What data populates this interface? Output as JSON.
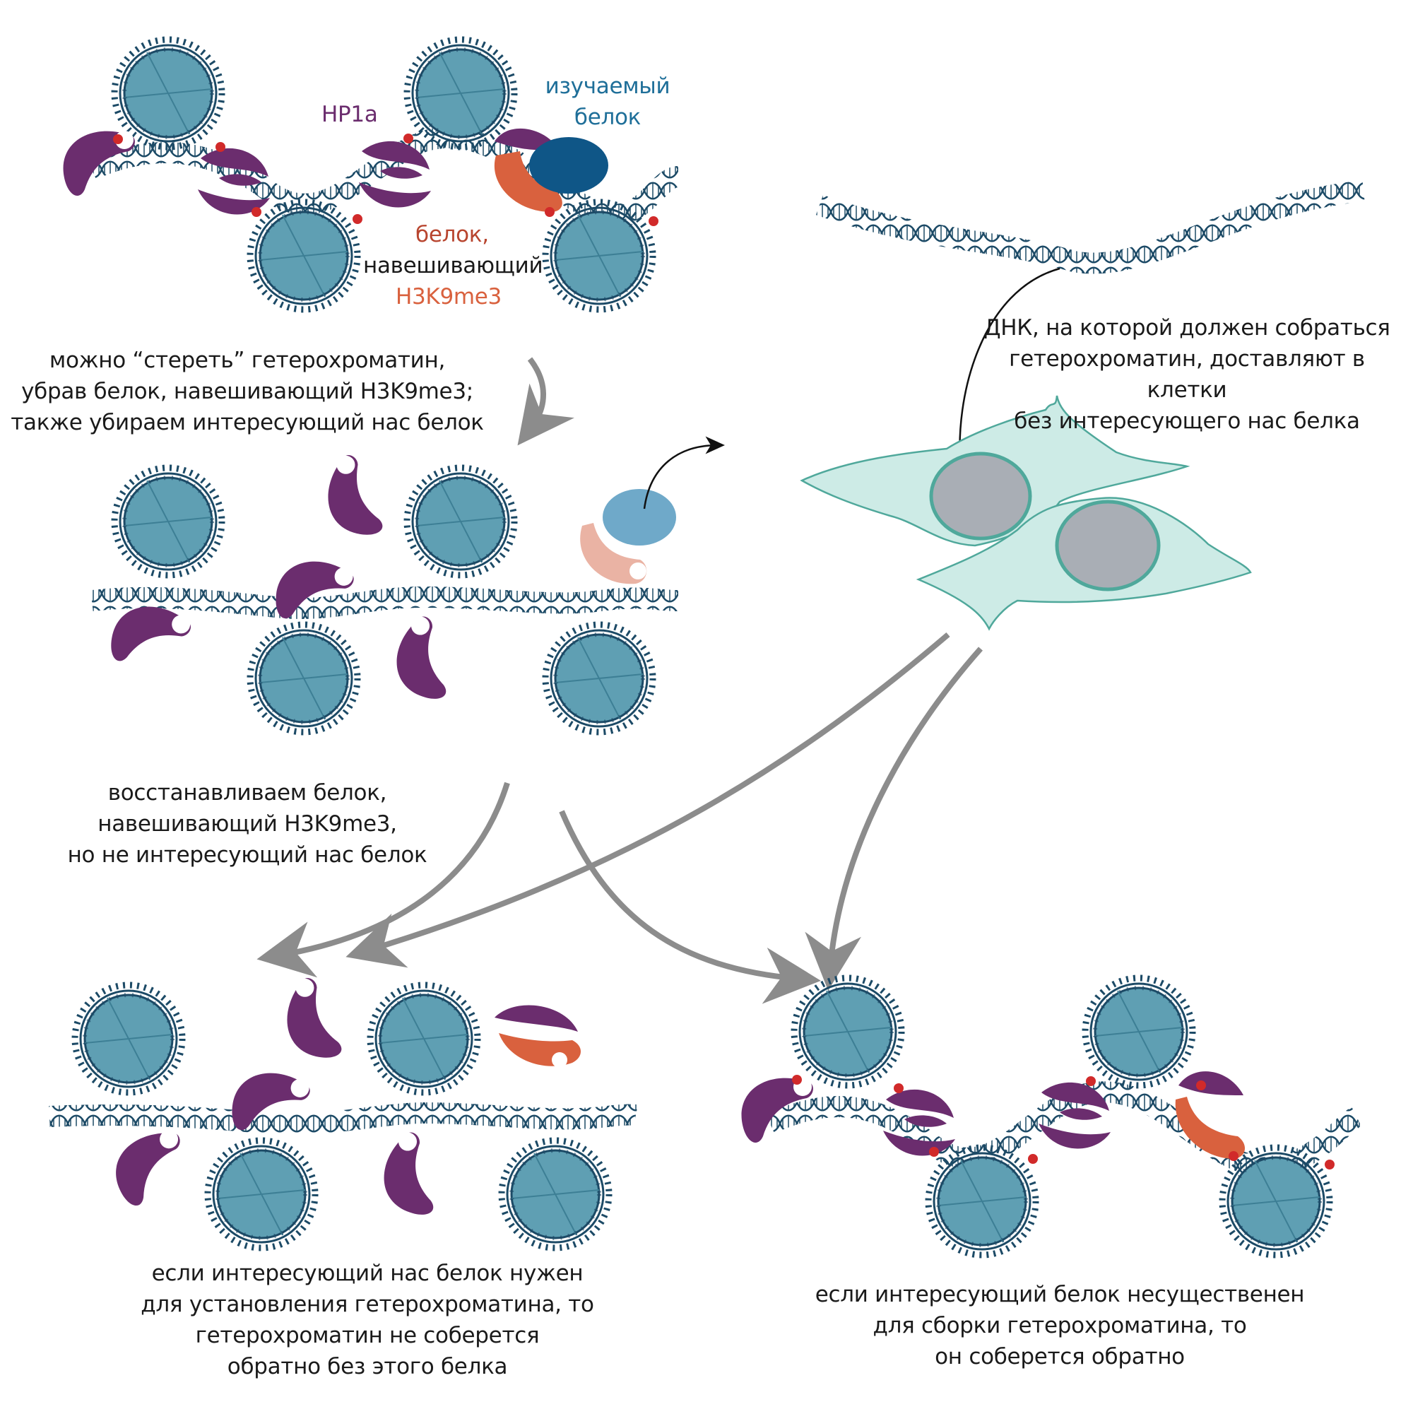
{
  "labels": {
    "hp1a": "HP1a",
    "studied_protein": "изучаемый\nбелок",
    "writer_line1": "белок,",
    "writer_line2": "навешивающий",
    "writer_line3": "H3K9me3",
    "step_erase": "можно “стереть” гетерохроматин,\nубрав белок, навешивающий H3K9me3;\nтакже убираем интересующий нас белок",
    "step_dna_delivery": "ДНК, на которой должен собраться\nгетерохроматин, доставляют в клетки\nбез интересующего нас белка",
    "step_restore": "восстанавливаем белок,\nнавешивающий H3K9me3,\nно не интересующий нас белок",
    "outcome_needed": "если интересующий нас белок нужен\nдля установления гетерохроматина, то\nгетерохроматин не соберется\nобратно без этого белка",
    "outcome_not_needed": "если интересующий белок несущественен\nдля сборки гетерохроматина, то\nон соберется обратно"
  },
  "colors": {
    "hp1a": "#6b2d6e",
    "hp1a_faded": "#6b2d6e",
    "studied_protein": "#0f5687",
    "studied_protein_faded": "#6fa9c9",
    "writer": "#d9613e",
    "writer_faded": "#eab3a4",
    "nucleosome": "#5f9fb3",
    "dna": "#1c4a66",
    "cell": "#cdebe6",
    "cell_edge": "#4fa89b",
    "nucleus": "#a9aeb5",
    "arrow": "#8c8c8c",
    "methyl_mark": "#d12a2a"
  }
}
